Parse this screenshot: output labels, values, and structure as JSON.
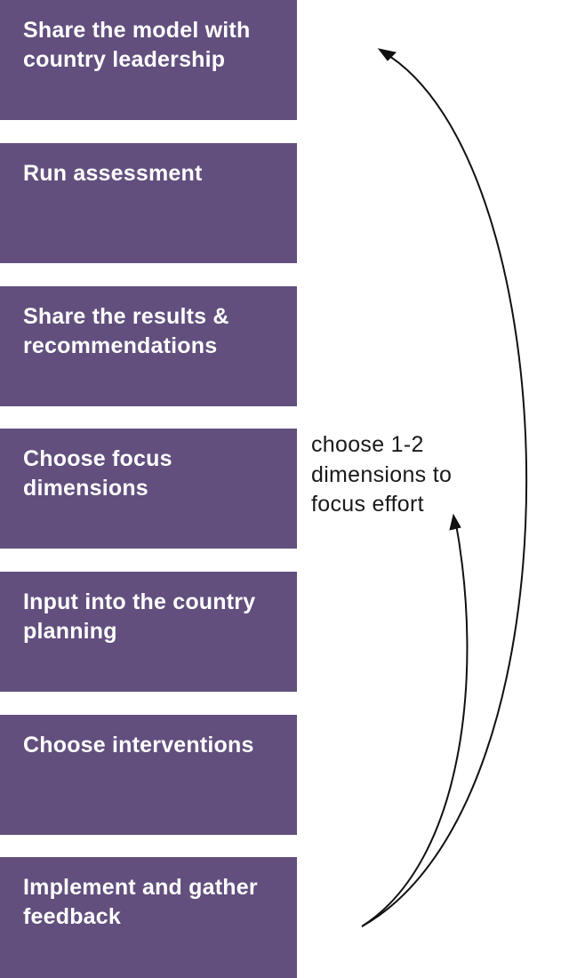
{
  "steps": [
    {
      "label": "Share the model with country leadership"
    },
    {
      "label": "Run assessment"
    },
    {
      "label": "Share the results & recommendations"
    },
    {
      "label": "Choose focus dimensions"
    },
    {
      "label": "Input into the country planning"
    },
    {
      "label": "Choose interventions"
    },
    {
      "label": "Implement and gather feedback"
    }
  ],
  "annotation": {
    "text": "choose 1-2 dimensions to focus effort"
  },
  "colors": {
    "step_fill": "#624f7e",
    "step_text": "#ffffff",
    "arrow": "#111111"
  }
}
